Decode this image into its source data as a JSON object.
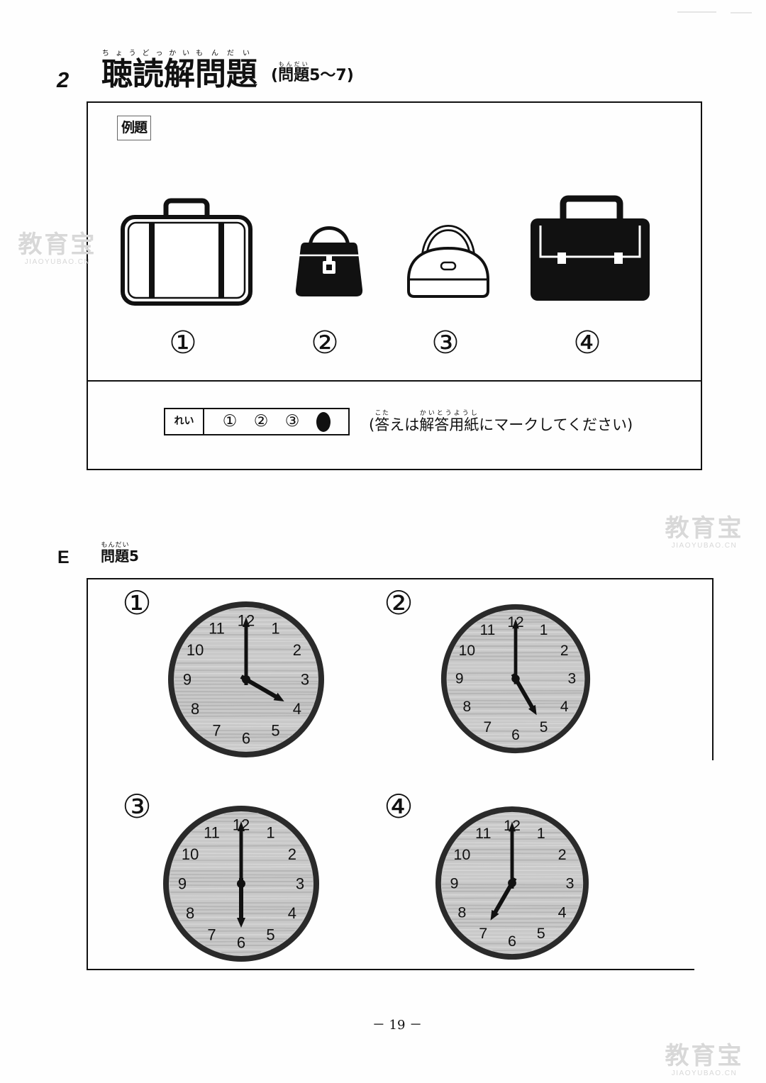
{
  "header": {
    "section_number": "2",
    "title": [
      {
        "base": "聴読解",
        "rt": "ちょうどっかい"
      },
      {
        "base": "問題",
        "rt": "もんだい"
      }
    ],
    "subtitle": {
      "open": "(",
      "base": "問題",
      "rt": "もんだい",
      "rest": "5～7)"
    }
  },
  "example": {
    "label": "例題",
    "options": [
      {
        "label": "①",
        "icon": "suitcase-icon"
      },
      {
        "label": "②",
        "icon": "black-handbag-icon"
      },
      {
        "label": "③",
        "icon": "white-handbag-icon"
      },
      {
        "label": "④",
        "icon": "black-briefcase-icon"
      }
    ],
    "answer_sample": {
      "label": "れい",
      "choices": [
        "①",
        "②",
        "③"
      ],
      "marked_choice": 4
    },
    "instruction": {
      "open": "(",
      "word1": {
        "base": "答",
        "rt": "こた"
      },
      "mid": "えは",
      "word2": {
        "base": "解答用紙",
        "rt": "かいとうようし"
      },
      "rest": "にマークしてください)"
    }
  },
  "section_e": {
    "letter": "E",
    "title": {
      "base": "問題",
      "rt": "もんだい",
      "rest": "5"
    },
    "dial_numbers": [
      "12",
      "1",
      "2",
      "3",
      "4",
      "5",
      "6",
      "7",
      "8",
      "9",
      "10",
      "11"
    ],
    "clocks": [
      {
        "label": "①",
        "hour": 4,
        "minute": 0
      },
      {
        "label": "②",
        "hour": 5,
        "minute": 0
      },
      {
        "label": "③",
        "hour": 6,
        "minute": 0
      },
      {
        "label": "④",
        "hour": 7,
        "minute": 0
      }
    ]
  },
  "page_number": "－ 19 －",
  "watermark": {
    "text": "教育宝",
    "sub": "JIAOYUBAO.CN"
  },
  "colors": {
    "ink": "#111111",
    "clock_rim": "#2a2a2a",
    "clock_face": "#c9c9c9",
    "wood_grain": "#b2b2b2",
    "wood_grain_light": "#dcdcdc"
  }
}
